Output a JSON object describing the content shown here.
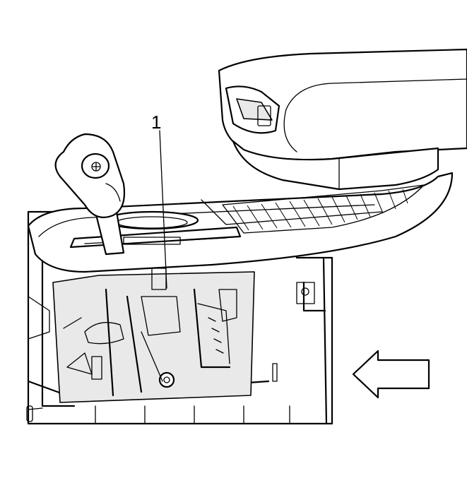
{
  "figure": {
    "callouts": [
      {
        "id": "1",
        "label": "1"
      }
    ],
    "view_arrow": {
      "icon": "view-direction-arrow-icon",
      "direction": "left"
    }
  }
}
